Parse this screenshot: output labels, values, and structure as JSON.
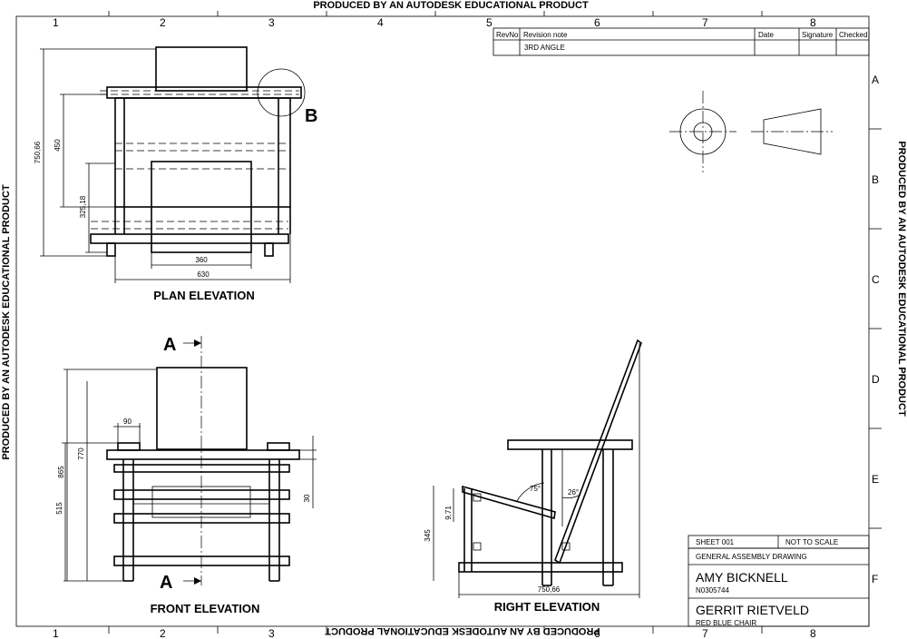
{
  "watermark": "PRODUCED BY AN AUTODESK EDUCATIONAL PRODUCT",
  "grid": {
    "columns": [
      "1",
      "2",
      "3",
      "4",
      "5",
      "6",
      "7",
      "8"
    ],
    "rows": [
      "A",
      "B",
      "C",
      "D",
      "E",
      "F"
    ]
  },
  "revision_table": {
    "headers": [
      "RevNo",
      "Revision note",
      "Date",
      "Signature",
      "Checked"
    ],
    "row": [
      "",
      "3RD ANGLE",
      "",
      "",
      ""
    ]
  },
  "views": {
    "plan": {
      "title": "PLAN ELEVATION",
      "detail_label": "B",
      "dims": [
        "750,66",
        "450",
        "325,18",
        "360",
        "630"
      ]
    },
    "front": {
      "title": "FRONT ELEVATION",
      "section_label": "A",
      "dims": [
        "865",
        "770",
        "515",
        "90",
        "30"
      ]
    },
    "right": {
      "title": "RIGHT ELEVATION",
      "dims": [
        "9,71",
        "345",
        "750,66",
        "75°",
        "26°"
      ]
    }
  },
  "title_block": {
    "sheet": "SHEET 001",
    "scale": "NOT TO SCALE",
    "drawing_type": "GENERAL ASSEMBLY DRAWING",
    "author": "AMY BICKNELL",
    "author_id": "N0305744",
    "designer": "GERRIT RIETVELD",
    "part": "RED BLUE CHAIR"
  }
}
